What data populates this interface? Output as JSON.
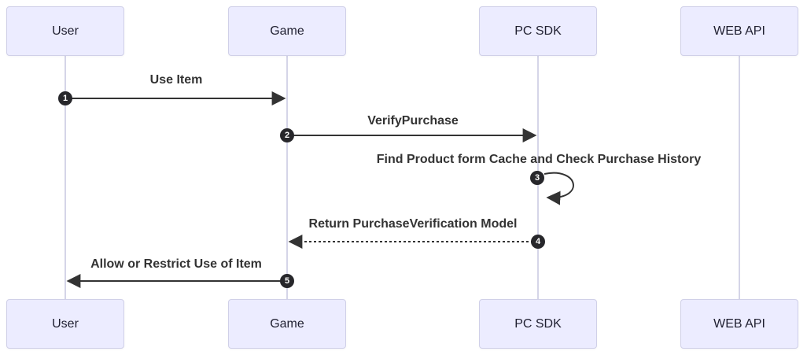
{
  "diagram": {
    "type": "sequence-diagram",
    "actors": [
      {
        "label": "User"
      },
      {
        "label": "Game"
      },
      {
        "label": "PC SDK"
      },
      {
        "label": "WEB API"
      }
    ],
    "messages": [
      {
        "seq": "1",
        "label": "Use Item",
        "from": "User",
        "to": "Game",
        "line_style": "solid"
      },
      {
        "seq": "2",
        "label": "VerifyPurchase",
        "from": "Game",
        "to": "PC SDK",
        "line_style": "solid"
      },
      {
        "seq": "3",
        "label": "Find Product form Cache and Check Purchase History",
        "from": "PC SDK",
        "to": "PC SDK",
        "line_style": "self-loop"
      },
      {
        "seq": "4",
        "label": "Return PurchaseVerification Model",
        "from": "PC SDK",
        "to": "Game",
        "line_style": "dashed"
      },
      {
        "seq": "5",
        "label": "Allow or Restrict Use of Item",
        "from": "Game",
        "to": "User",
        "line_style": "solid"
      }
    ],
    "colors": {
      "actor_fill": "#ECECFF",
      "actor_border": "#D0D0E8",
      "lifeline": "#D5D5E8",
      "arrow": "#333333",
      "message_text": "#333333",
      "seq_badge_fill": "#27272B",
      "seq_badge_text": "#FFFFFF",
      "background": "#FFFFFF"
    }
  }
}
